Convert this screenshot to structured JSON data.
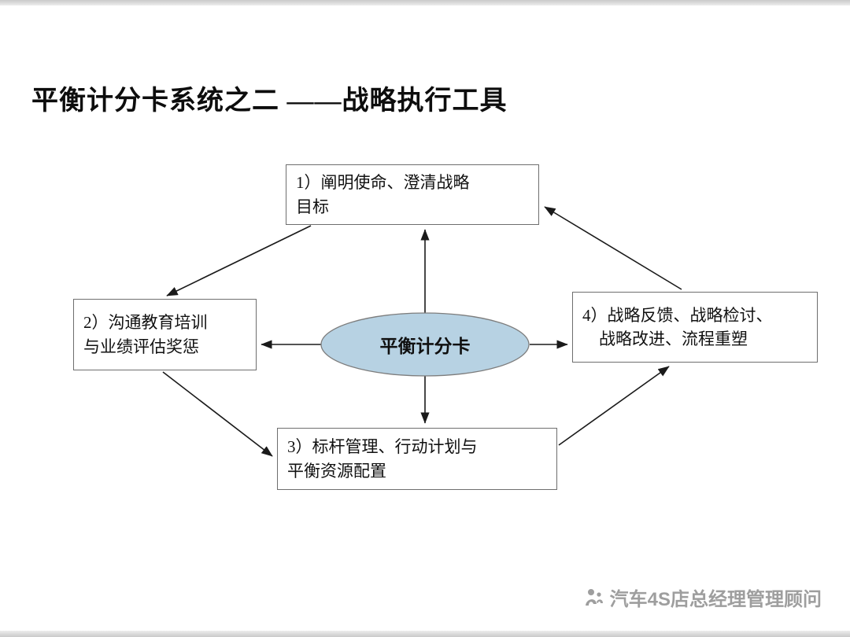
{
  "slide": {
    "title": "平衡计分卡系统之二 ——战略执行工具",
    "watermark_text": "汽车4S店总经理管理顾问"
  },
  "diagram": {
    "center_label": "平衡计分卡",
    "center_fill": "#b7d2e3",
    "center_stroke": "#7d7d7d",
    "arrow_color": "#1a1a1a",
    "boxes": {
      "box1": "1）阐明使命、澄清战略\n目标",
      "box2": "2）沟通教育培训\n与业绩评估奖惩",
      "box3": "3）标杆管理、行动计划与\n平衡资源配置",
      "box4": "4）战略反馈、战略检讨、\n　战略改进、流程重塑"
    }
  }
}
